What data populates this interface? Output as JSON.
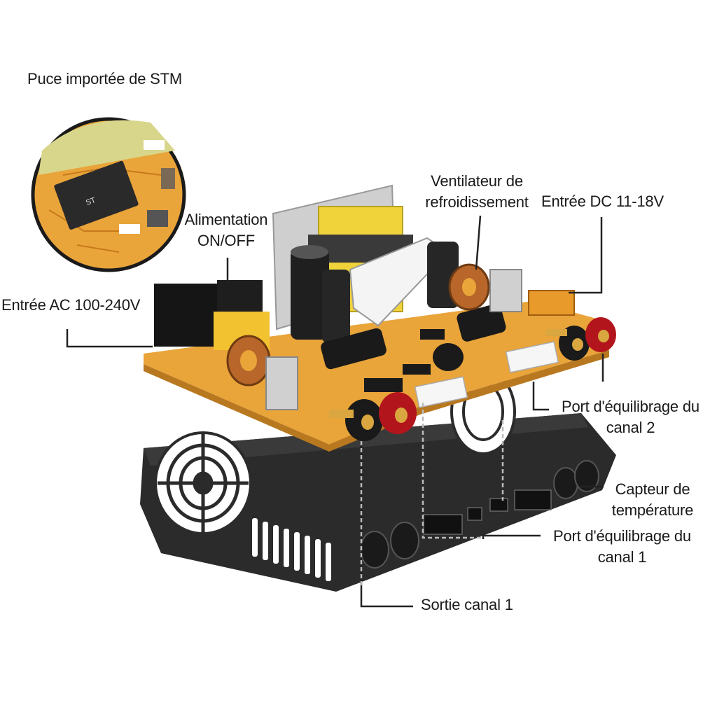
{
  "labels": {
    "stm_chip": "Puce importée de STM",
    "power_switch_line1": "Alimentation",
    "power_switch_line2": "ON/OFF",
    "ac_input": "Entrée AC 100-240V",
    "fan_line1": "Ventilateur de",
    "fan_line2": "refroidissement",
    "dc_input": "Entrée DC 11-18V",
    "balance_ch2_line1": "Port d'équilibrage du",
    "balance_ch2_line2": "canal 2",
    "temp_sensor_line1": "Capteur de",
    "temp_sensor_line2": "température",
    "balance_ch1_line1": "Port d'équilibrage du",
    "balance_ch1_line2": "canal 1",
    "output_ch1": "Sortie canal 1"
  },
  "colors": {
    "pcb": "#e9a43a",
    "case": "#2b2b2b",
    "leader_line": "#222222",
    "guide_dashed": "#bbbbbb"
  }
}
